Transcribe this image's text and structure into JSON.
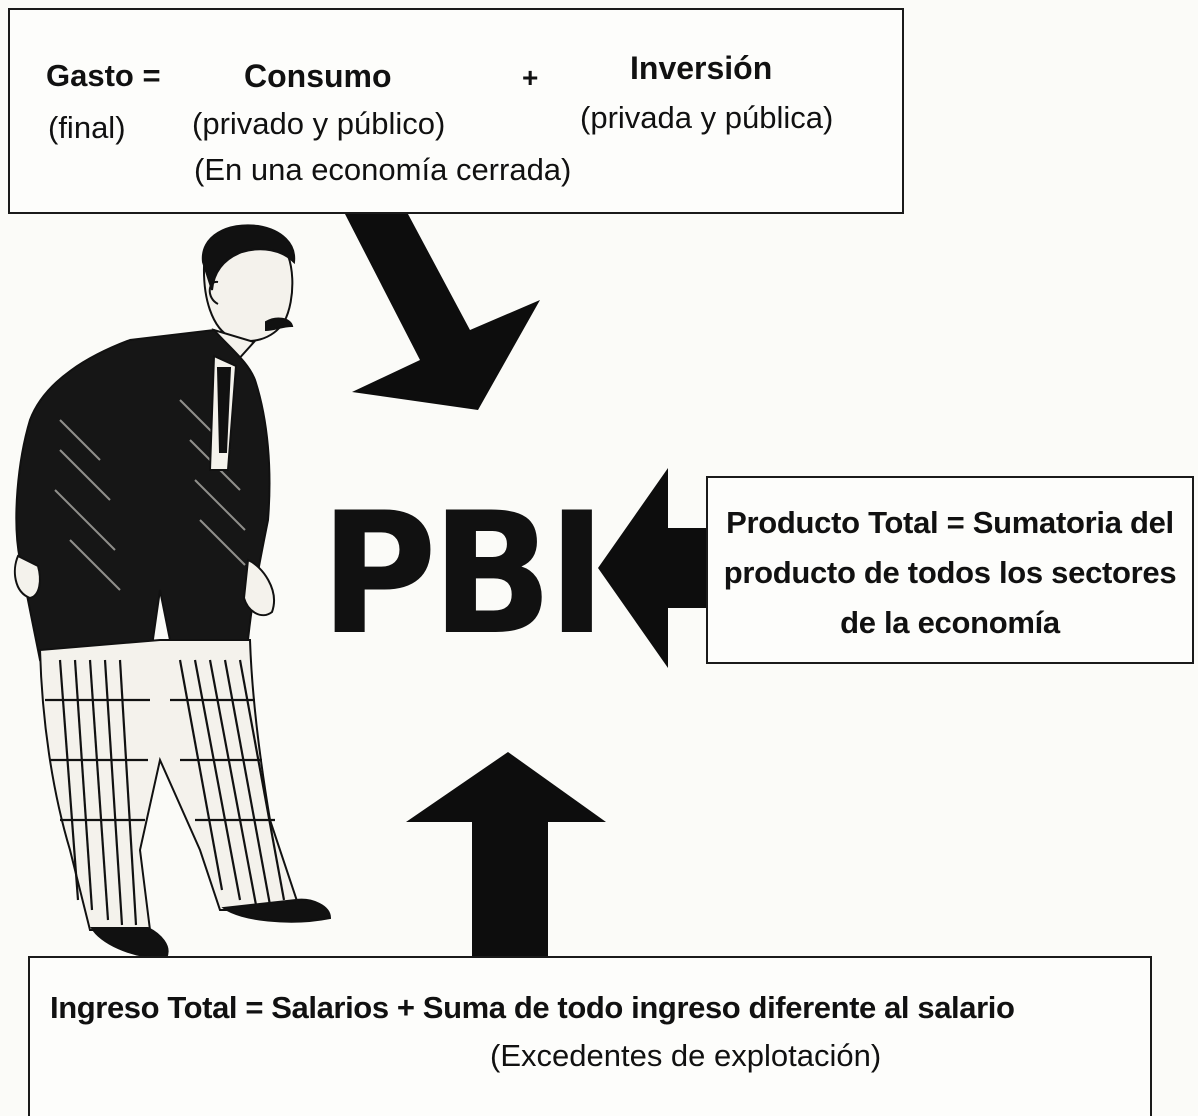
{
  "gasto": {
    "label": "Gasto =",
    "qualifier": "(final)",
    "consumo": "Consumo",
    "consumo_detail": "(privado y público)",
    "plus": "+",
    "inversion": "Inversión",
    "inversion_detail": "(privada y pública)",
    "note": "(En una economía cerrada)"
  },
  "center": {
    "title": "PBI"
  },
  "producto": {
    "text": "Producto Total = Sumatoria del producto de todos los sectores de la economía"
  },
  "ingreso": {
    "text": "Ingreso Total = Salarios + Suma de todo ingreso diferente al salario",
    "note": "(Excedentes de explotación)"
  },
  "colors": {
    "ink": "#111111",
    "paper": "#fbfbf8"
  },
  "icons": {
    "figure": "man-walking-illustration",
    "arrows": [
      "arrow-down-right",
      "arrow-left",
      "arrow-up"
    ]
  }
}
